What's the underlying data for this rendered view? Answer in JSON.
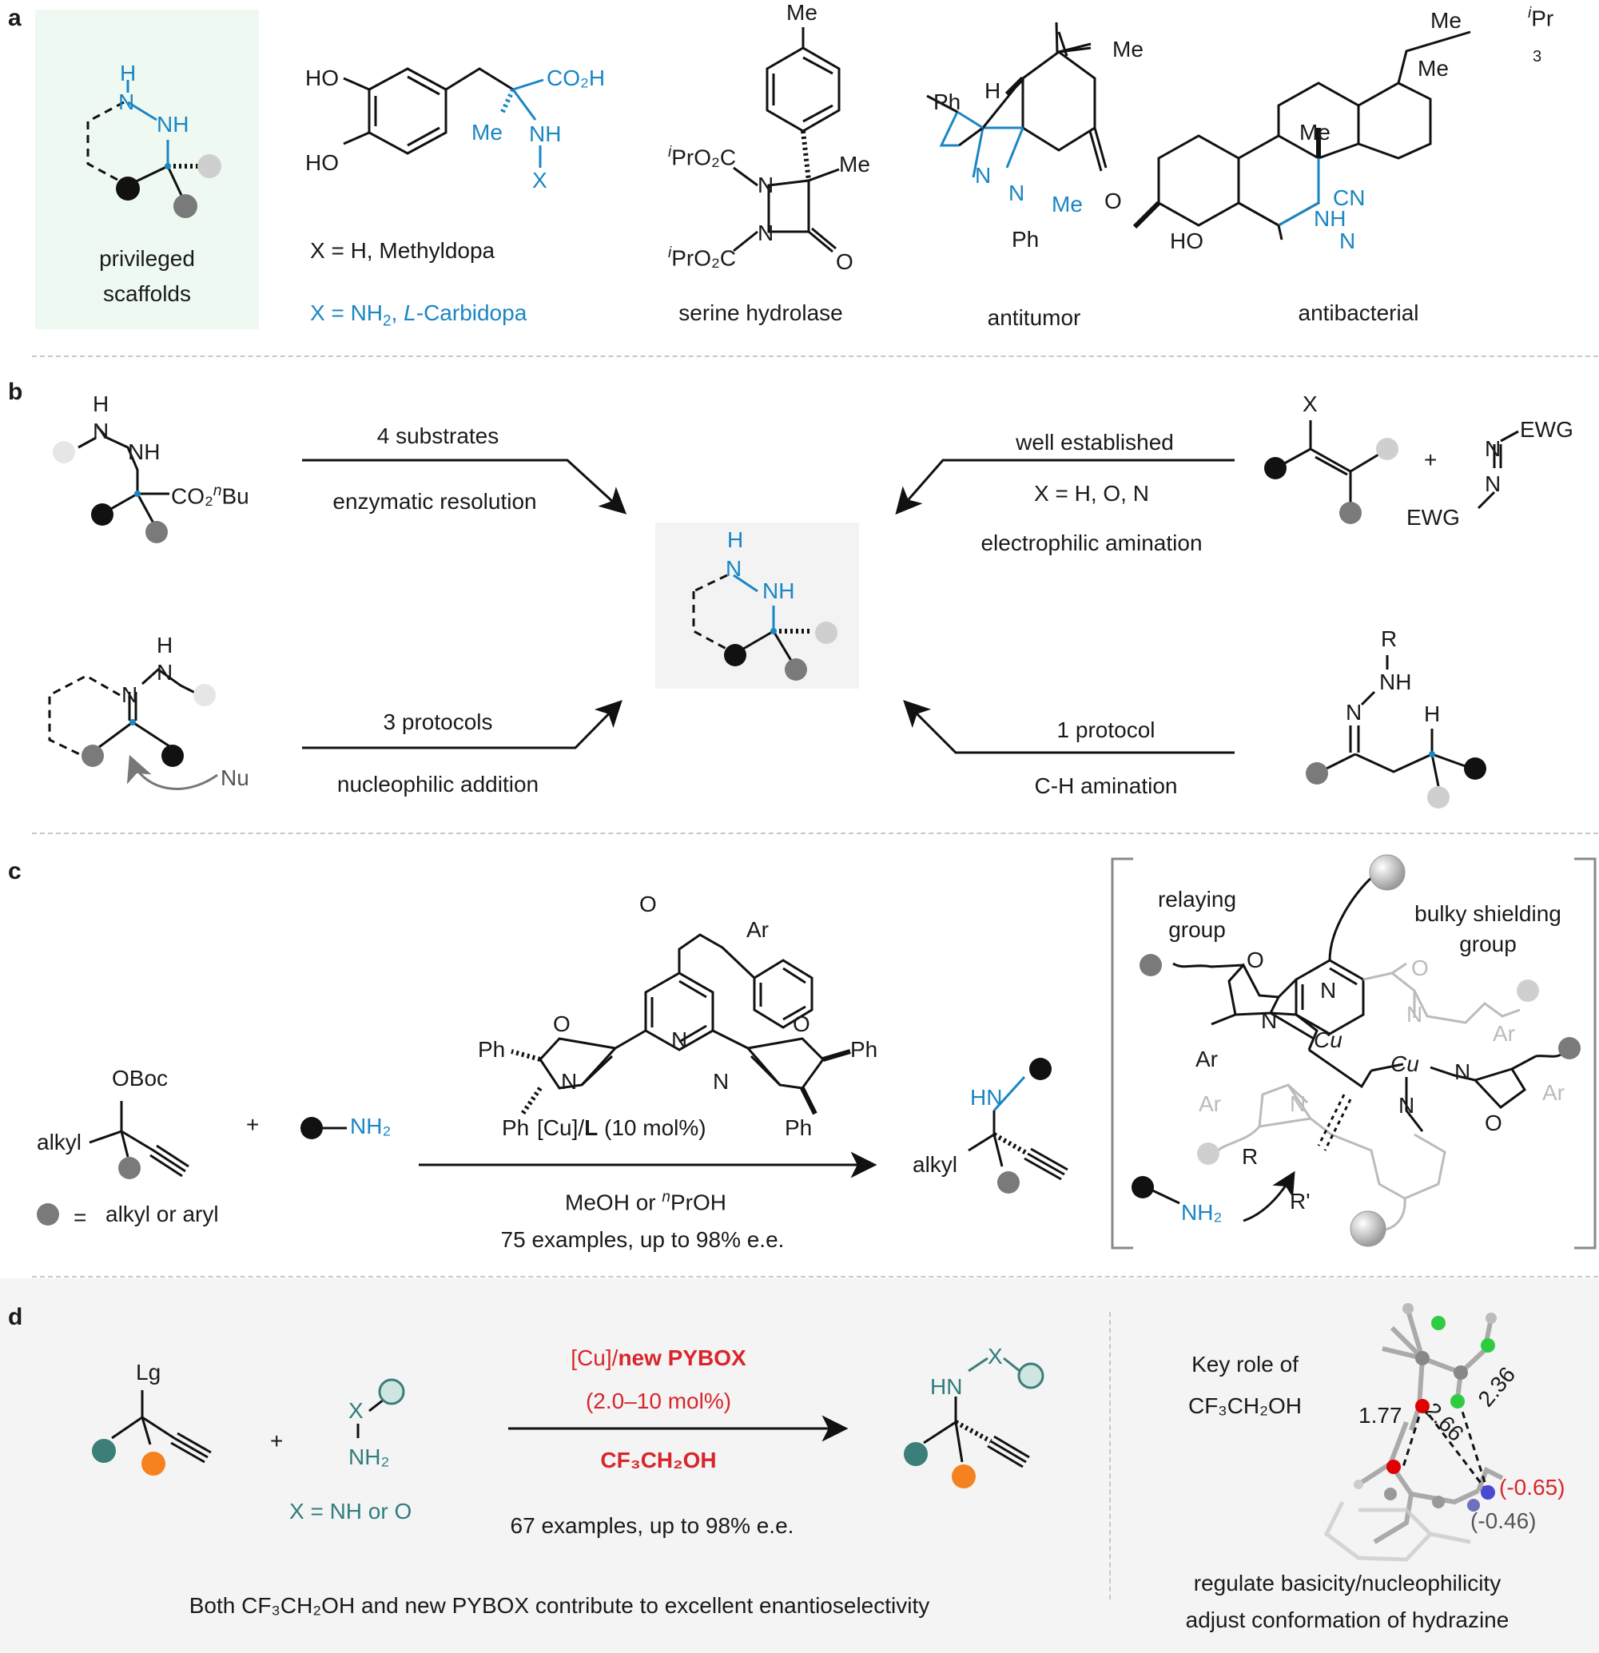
{
  "panel_a": {
    "label": "a",
    "scaffold_caption_1": "privileged",
    "scaffold_caption_2": "scaffolds",
    "methyldopa_caption": "X = H, Methyldopa",
    "carbidopa_caption_pre": "X = NH",
    "carbidopa_caption_sub": "2",
    "carbidopa_caption_post": ", ",
    "carbidopa_caption_italic": "L",
    "carbidopa_caption_end": "-Carbidopa",
    "caption_serine": "serine hydrolase",
    "caption_antitumor": "antitumor",
    "caption_antibacterial": "antibacterial",
    "atoms": {
      "H": "H",
      "N": "N",
      "NH": "NH",
      "HO": "HO",
      "CO2H": "CO₂H",
      "Me": "Me",
      "X": "X",
      "iPr": "iPr",
      "iPrO2C": "PrO₂C",
      "i": "i",
      "O": "O",
      "Ph": "Ph",
      "CN": "CN",
      "n3": "3"
    }
  },
  "panel_b": {
    "label": "b",
    "top_left_top": "4 substrates",
    "top_left_bottom": "enzymatic resolution",
    "top_right_top": "well established",
    "top_right_mid": "X = H, O, N",
    "top_right_bottom": "electrophilic amination",
    "bottom_left_top": "3 protocols",
    "bottom_left_bottom": "nucleophilic addition",
    "bottom_right_top": "1 protocol",
    "bottom_right_bottom": "C-H amination",
    "atoms": {
      "H": "H",
      "N": "N",
      "NH": "NH",
      "CO2": "CO₂",
      "n": "n",
      "Bu": "Bu",
      "X": "X",
      "EWG": "EWG",
      "plus": "+",
      "Nu": "Nu",
      "R": "R"
    }
  },
  "panel_c": {
    "label": "c",
    "reagent_OBoc": "OBoc",
    "reagent_alkyl": "alkyl",
    "plus": "+",
    "amine": "NH₂",
    "legend_eq": "=",
    "legend_text": "alkyl or aryl",
    "ligand_Ar": "Ar",
    "ligand_Ph": "Ph",
    "ligand_N": "N",
    "ligand_O": "O",
    "catalyst_pre": "[Cu]/",
    "catalyst_bold": "L",
    "catalyst_post": " (10 mol%)",
    "solvent_pre": "MeOH or ",
    "solvent_sup": "n",
    "solvent_post": "PrOH",
    "scope": "75 examples, up to 98% e.e.",
    "product_HN": "HN",
    "product_alkyl": "alkyl",
    "relaying_1": "relaying",
    "relaying_2": "group",
    "bulky_1": "bulky shielding",
    "bulky_2": "group",
    "complex_atoms": {
      "O": "O",
      "N": "N",
      "Cu": "Cu",
      "Ar": "Ar",
      "R": "R",
      "Rp": "R'",
      "NH2": "NH₂"
    }
  },
  "panel_d": {
    "label": "d",
    "Lg": "Lg",
    "plus": "+",
    "X": "X",
    "NH2": "NH₂",
    "x_def": "X = NH or O",
    "catalyst_pre": "[Cu]/",
    "catalyst_bold": "new PYBOX",
    "loading": "(2.0–10 mol%)",
    "solvent": "CF₃CH₂OH",
    "scope": "67 examples, up to 98% e.e.",
    "HN": "HN",
    "footer": "Both CF₃CH₂OH and new PYBOX contribute to excellent enantioselectivity",
    "key_role_1": "Key role of",
    "key_role_2": "CF₃CH₂OH",
    "dist_1": "1.77",
    "dist_2": "2.66",
    "dist_3": "2.36",
    "charge_1": "(-0.65)",
    "charge_2": "(-0.46)",
    "note_1": "regulate basicity/nucleophilicity",
    "note_2": "adjust conformation of hydrazine"
  },
  "colors": {
    "blue": "#1a86c4",
    "teal": "#2f7d7d",
    "orange": "#f5821f",
    "red": "#d8262b",
    "dark_ball": "#111111",
    "mid_ball": "#7a7a7a",
    "light_ball": "#cfcfcf",
    "scaffold_bg": "#eefaf1",
    "panel_d_bg": "#f4f4f4"
  }
}
